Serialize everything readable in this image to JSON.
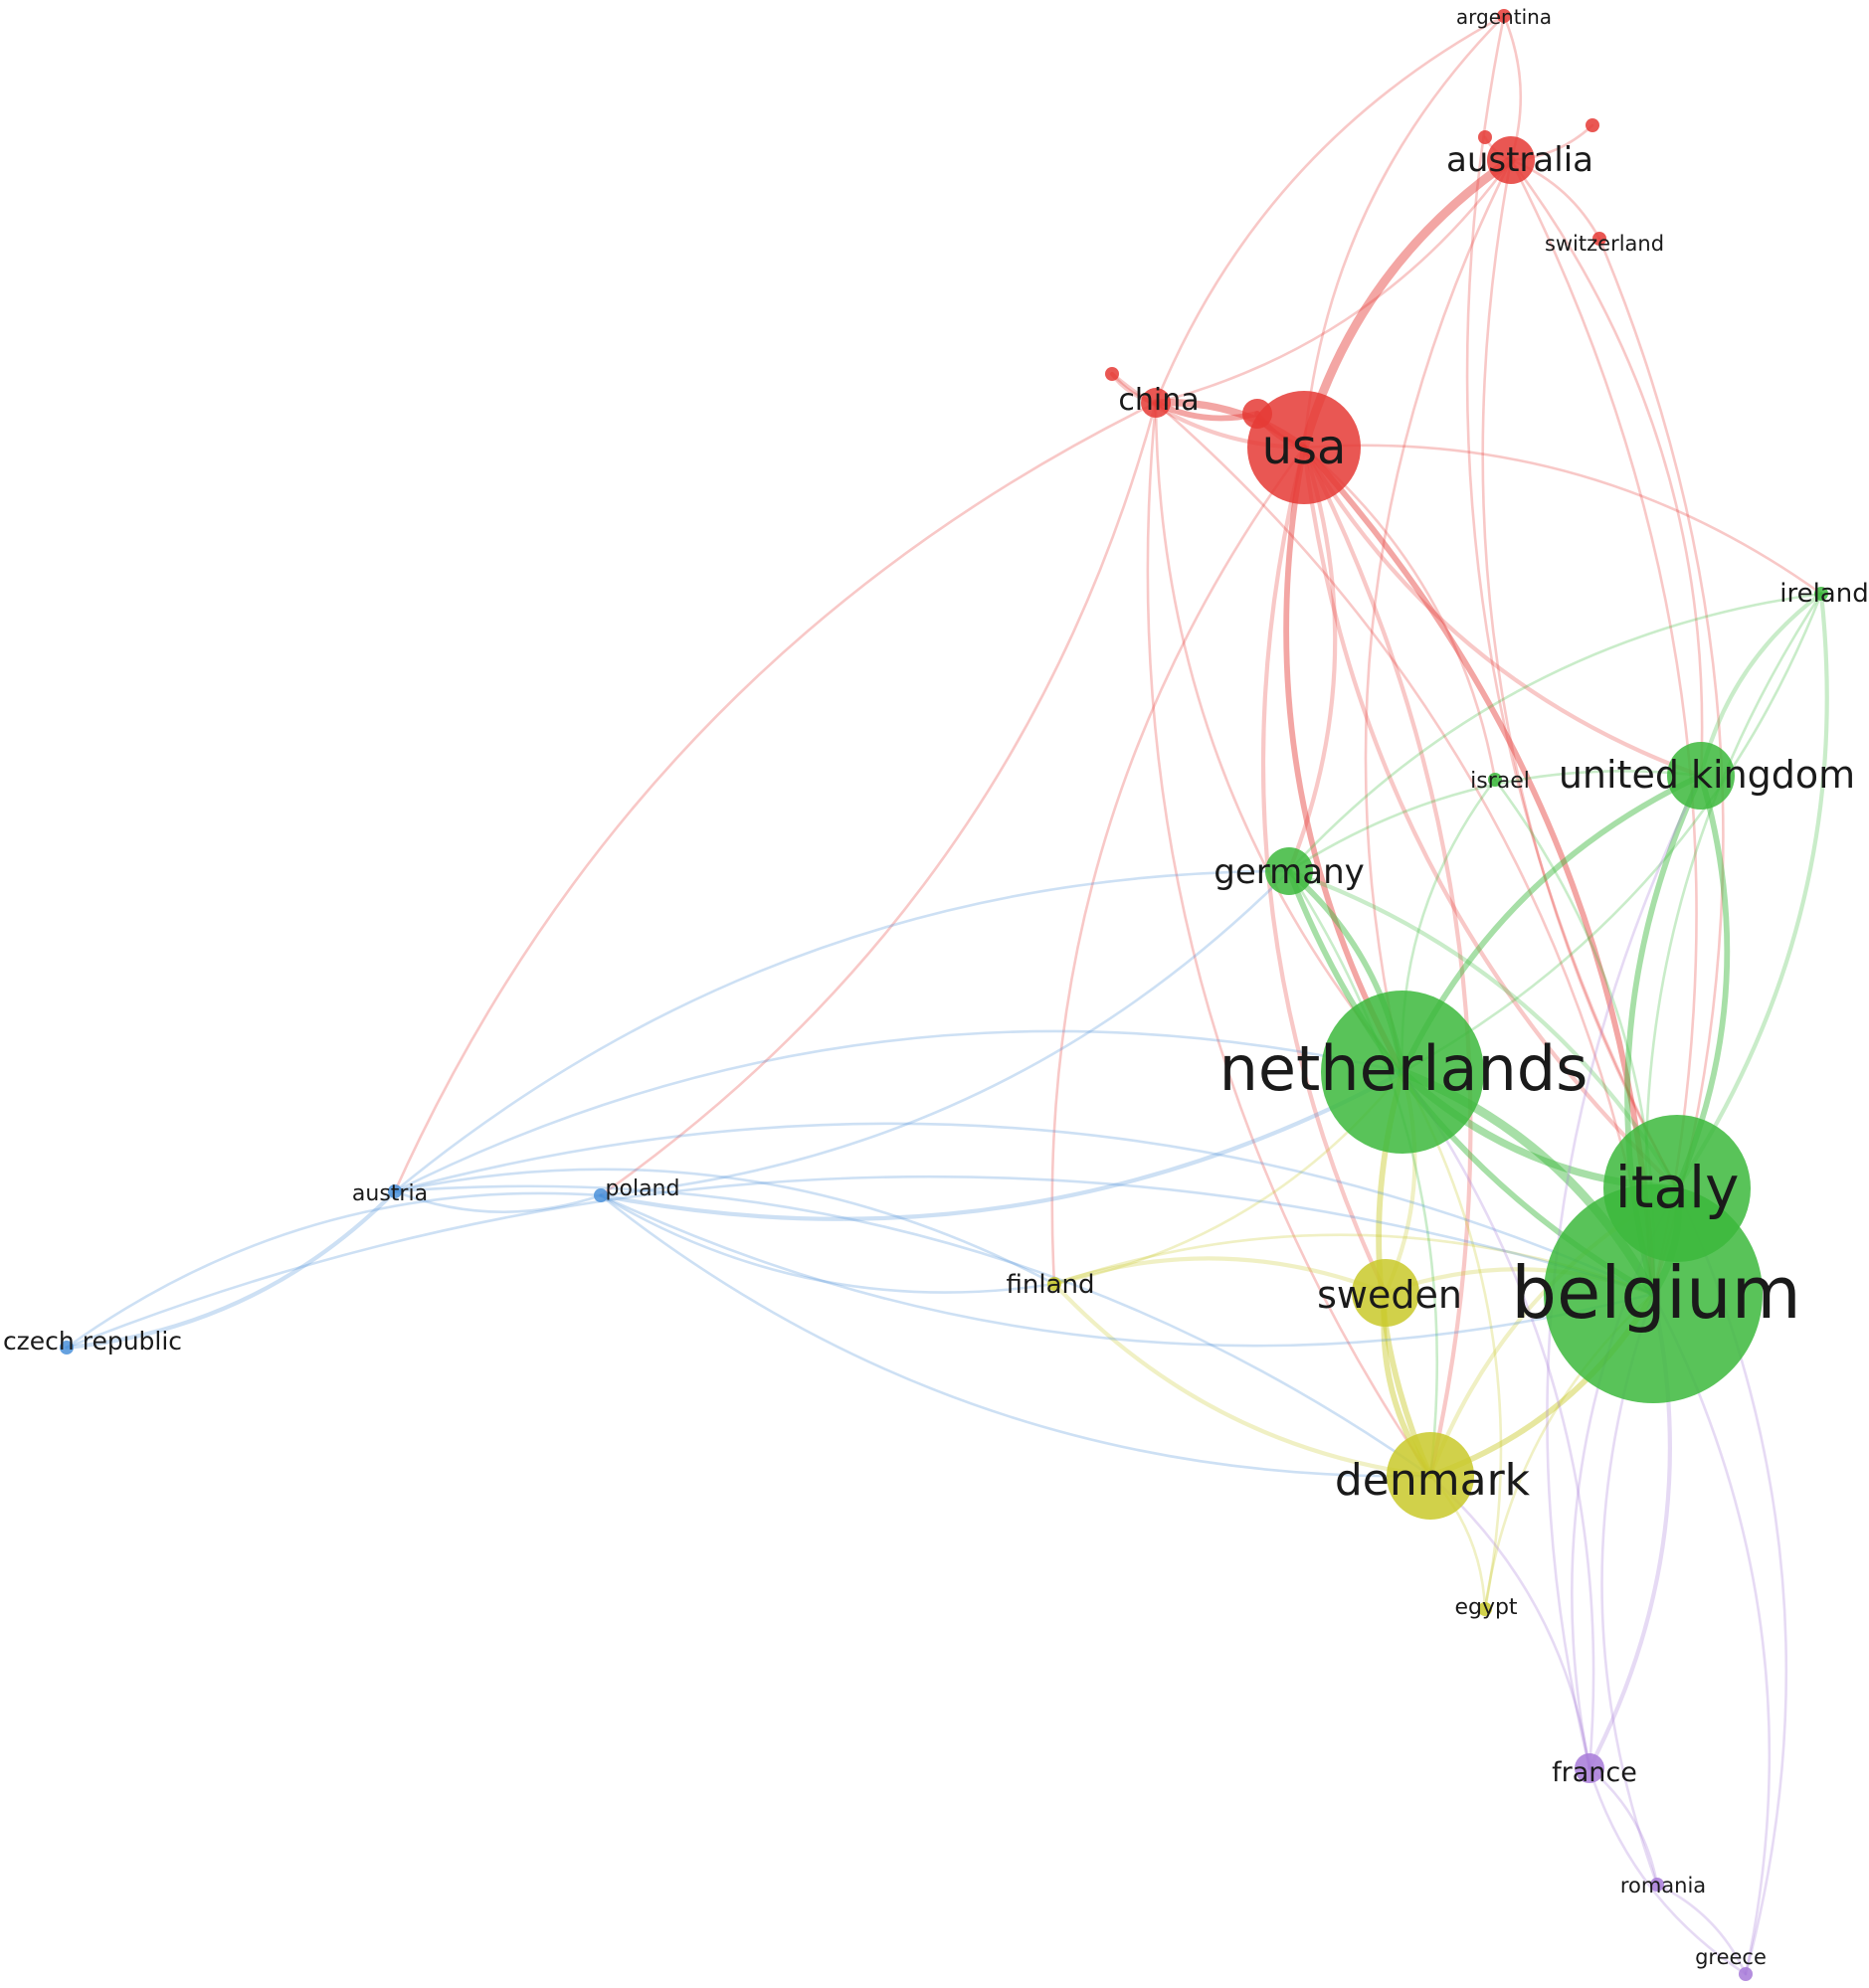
{
  "clusters": {
    "red": "#e53935",
    "green": "#3cb93c",
    "yellow": "#c9c92a",
    "blue": "#4a90d9",
    "purple": "#a77ad8"
  },
  "nodes": [
    {
      "id": "argentina",
      "label": "argentina",
      "cluster": "red",
      "weight": 1
    },
    {
      "id": "australia",
      "label": "australia",
      "cluster": "red",
      "weight": 3
    },
    {
      "id": "switzerland",
      "label": "switzerland",
      "cluster": "red",
      "weight": 1
    },
    {
      "id": "china",
      "label": "china",
      "cluster": "red",
      "weight": 2
    },
    {
      "id": "usa",
      "label": "usa",
      "cluster": "red",
      "weight": 8
    },
    {
      "id": "red-a",
      "label": "",
      "cluster": "red",
      "weight": 1
    },
    {
      "id": "red-b",
      "label": "",
      "cluster": "red",
      "weight": 1
    },
    {
      "id": "red-c",
      "label": "",
      "cluster": "red",
      "weight": 1
    },
    {
      "id": "red-d",
      "label": "",
      "cluster": "red",
      "weight": 2
    },
    {
      "id": "ireland",
      "label": "ireland",
      "cluster": "green",
      "weight": 1
    },
    {
      "id": "united-kingdom",
      "label": "united kingdom",
      "cluster": "green",
      "weight": 4
    },
    {
      "id": "israel",
      "label": "israel",
      "cluster": "green",
      "weight": 1
    },
    {
      "id": "germany",
      "label": "germany",
      "cluster": "green",
      "weight": 3
    },
    {
      "id": "netherlands",
      "label": "netherlands",
      "cluster": "green",
      "weight": 10
    },
    {
      "id": "italy",
      "label": "italy",
      "cluster": "green",
      "weight": 9
    },
    {
      "id": "belgium",
      "label": "belgium",
      "cluster": "green",
      "weight": 12
    },
    {
      "id": "finland",
      "label": "finland",
      "cluster": "yellow",
      "weight": 1
    },
    {
      "id": "sweden",
      "label": "sweden",
      "cluster": "yellow",
      "weight": 4
    },
    {
      "id": "denmark",
      "label": "denmark",
      "cluster": "yellow",
      "weight": 6
    },
    {
      "id": "egypt",
      "label": "egypt",
      "cluster": "yellow",
      "weight": 1
    },
    {
      "id": "austria",
      "label": "austria",
      "cluster": "blue",
      "weight": 1
    },
    {
      "id": "poland",
      "label": "poland",
      "cluster": "blue",
      "weight": 1
    },
    {
      "id": "czech-republic",
      "label": "czech republic",
      "cluster": "blue",
      "weight": 1
    },
    {
      "id": "france",
      "label": "france",
      "cluster": "purple",
      "weight": 2
    },
    {
      "id": "romania",
      "label": "romania",
      "cluster": "purple",
      "weight": 1
    },
    {
      "id": "greece",
      "label": "greece",
      "cluster": "purple",
      "weight": 1
    }
  ],
  "links": [
    [
      "usa",
      "australia",
      5
    ],
    [
      "usa",
      "china",
      4
    ],
    [
      "usa",
      "red-d",
      3
    ],
    [
      "china",
      "red-d",
      3
    ],
    [
      "china",
      "red-a",
      2
    ],
    [
      "red-a",
      "usa",
      2
    ],
    [
      "usa",
      "argentina",
      1
    ],
    [
      "australia",
      "argentina",
      1
    ],
    [
      "australia",
      "red-b",
      1
    ],
    [
      "australia",
      "red-c",
      1
    ],
    [
      "australia",
      "switzerland",
      1
    ],
    [
      "china",
      "australia",
      1
    ],
    [
      "china",
      "argentina",
      1
    ],
    [
      "usa",
      "netherlands",
      3
    ],
    [
      "usa",
      "belgium",
      3
    ],
    [
      "usa",
      "italy",
      2
    ],
    [
      "usa",
      "germany",
      2
    ],
    [
      "usa",
      "united-kingdom",
      2
    ],
    [
      "usa",
      "denmark",
      2
    ],
    [
      "usa",
      "sweden",
      2
    ],
    [
      "usa",
      "ireland",
      1
    ],
    [
      "usa",
      "finland",
      1
    ],
    [
      "usa",
      "israel",
      1
    ],
    [
      "china",
      "netherlands",
      1
    ],
    [
      "china",
      "belgium",
      1
    ],
    [
      "china",
      "denmark",
      1
    ],
    [
      "australia",
      "belgium",
      1
    ],
    [
      "australia",
      "italy",
      1
    ],
    [
      "australia",
      "united-kingdom",
      1
    ],
    [
      "australia",
      "netherlands",
      1
    ],
    [
      "switzerland",
      "belgium",
      1
    ],
    [
      "argentina",
      "italy",
      1
    ],
    [
      "china",
      "poland",
      1
    ],
    [
      "china",
      "austria",
      1
    ],
    [
      "netherlands",
      "belgium",
      5
    ],
    [
      "netherlands",
      "italy",
      4
    ],
    [
      "italy",
      "belgium",
      4
    ],
    [
      "united-kingdom",
      "belgium",
      3
    ],
    [
      "united-kingdom",
      "italy",
      3
    ],
    [
      "united-kingdom",
      "netherlands",
      3
    ],
    [
      "germany",
      "netherlands",
      3
    ],
    [
      "germany",
      "belgium",
      3
    ],
    [
      "germany",
      "italy",
      2
    ],
    [
      "ireland",
      "united-kingdom",
      2
    ],
    [
      "ireland",
      "italy",
      2
    ],
    [
      "ireland",
      "belgium",
      1
    ],
    [
      "ireland",
      "netherlands",
      1
    ],
    [
      "ireland",
      "germany",
      1
    ],
    [
      "israel",
      "belgium",
      1
    ],
    [
      "israel",
      "netherlands",
      1
    ],
    [
      "germany",
      "united-kingdom",
      1
    ],
    [
      "sweden",
      "netherlands",
      2
    ],
    [
      "sweden",
      "belgium",
      2
    ],
    [
      "sweden",
      "denmark",
      3
    ],
    [
      "denmark",
      "netherlands",
      3
    ],
    [
      "denmark",
      "belgium",
      3
    ],
    [
      "denmark",
      "italy",
      2
    ],
    [
      "finland",
      "denmark",
      2
    ],
    [
      "finland",
      "sweden",
      2
    ],
    [
      "finland",
      "netherlands",
      1
    ],
    [
      "finland",
      "belgium",
      1
    ],
    [
      "egypt",
      "denmark",
      1
    ],
    [
      "egypt",
      "belgium",
      1
    ],
    [
      "egypt",
      "netherlands",
      1
    ],
    [
      "germany",
      "denmark",
      1
    ],
    [
      "austria",
      "poland",
      1
    ],
    [
      "austria",
      "czech-republic",
      2
    ],
    [
      "poland",
      "czech-republic",
      1
    ],
    [
      "austria",
      "netherlands",
      1
    ],
    [
      "poland",
      "netherlands",
      2
    ],
    [
      "austria",
      "belgium",
      1
    ],
    [
      "poland",
      "belgium",
      1
    ],
    [
      "austria",
      "germany",
      1
    ],
    [
      "poland",
      "germany",
      1
    ],
    [
      "austria",
      "denmark",
      1
    ],
    [
      "poland",
      "denmark",
      1
    ],
    [
      "austria",
      "finland",
      1
    ],
    [
      "poland",
      "finland",
      1
    ],
    [
      "czech-republic",
      "belgium",
      1
    ],
    [
      "france",
      "belgium",
      2
    ],
    [
      "france",
      "italy",
      1
    ],
    [
      "france",
      "netherlands",
      1
    ],
    [
      "france",
      "romania",
      1
    ],
    [
      "france",
      "greece",
      1
    ],
    [
      "romania",
      "greece",
      1
    ],
    [
      "greece",
      "belgium",
      1
    ],
    [
      "romania",
      "belgium",
      1
    ],
    [
      "france",
      "denmark",
      1
    ],
    [
      "france",
      "united-kingdom",
      1
    ],
    [
      "greece",
      "italy",
      1
    ]
  ]
}
